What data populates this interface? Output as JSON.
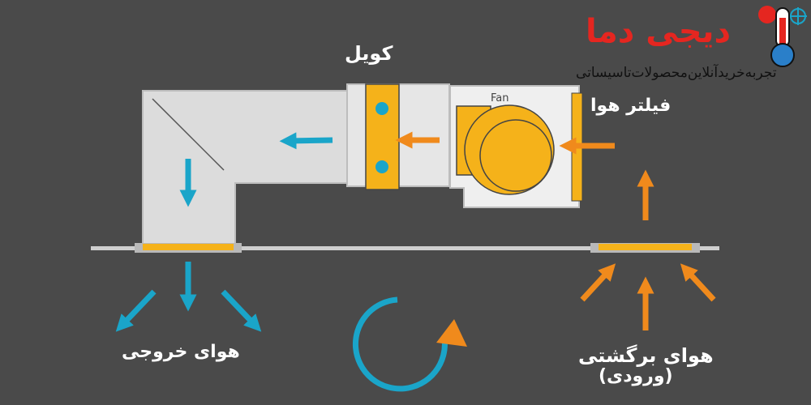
{
  "logo": {
    "brand_name": "دیجی دما",
    "tagline": "تجربه‌خریدآنلاین‌محصولات‌تاسیساتی",
    "icon": "thermometer-sun-snowflake-icon"
  },
  "labels": {
    "coil": "کویل",
    "fan": "Fan",
    "air_filter": "فیلتر هوا",
    "supply_air": "هوای خروجی",
    "return_air": "هوای برگشتی",
    "return_air_note": "(ورودی)"
  },
  "colors": {
    "background": "#4a4a4a",
    "unit_body": "#e0e0e0",
    "coil_filter": "#f5b21a",
    "supply_arrow": "#1aa5c9",
    "return_arrow": "#f08a1c",
    "brand": "#e52620"
  }
}
